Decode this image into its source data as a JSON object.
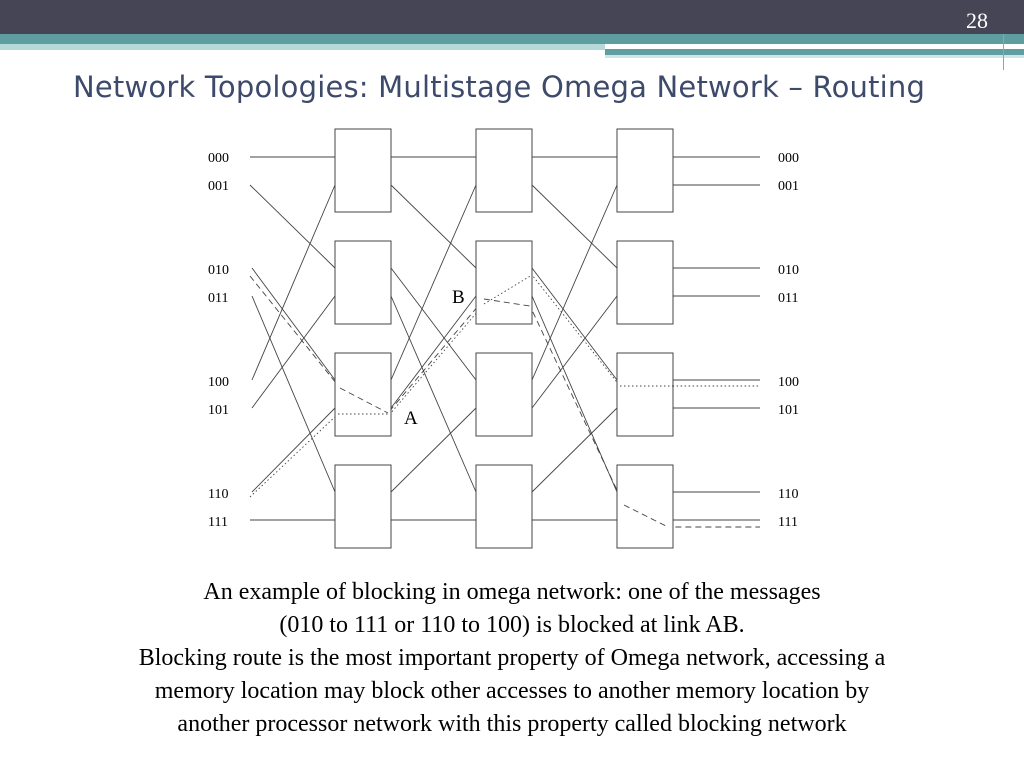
{
  "slide_number": "28",
  "title": "Network Topologies: Multistage Omega Network – Routing",
  "diagram": {
    "input_labels": [
      "000",
      "001",
      "010",
      "011",
      "100",
      "101",
      "110",
      "111"
    ],
    "output_labels": [
      "000",
      "001",
      "010",
      "011",
      "100",
      "101",
      "110",
      "111"
    ],
    "link_labels": {
      "a": "A",
      "b": "B"
    }
  },
  "caption": {
    "line1": "An example of blocking in omega network: one of the messages",
    "line2": "(010 to 111 or 110 to 100) is blocked at link AB.",
    "line3": "Blocking route is the most important property of Omega network, accessing a",
    "line4": "memory location may block other accesses to another memory location by",
    "line5": "another processor network with this property called blocking network"
  }
}
